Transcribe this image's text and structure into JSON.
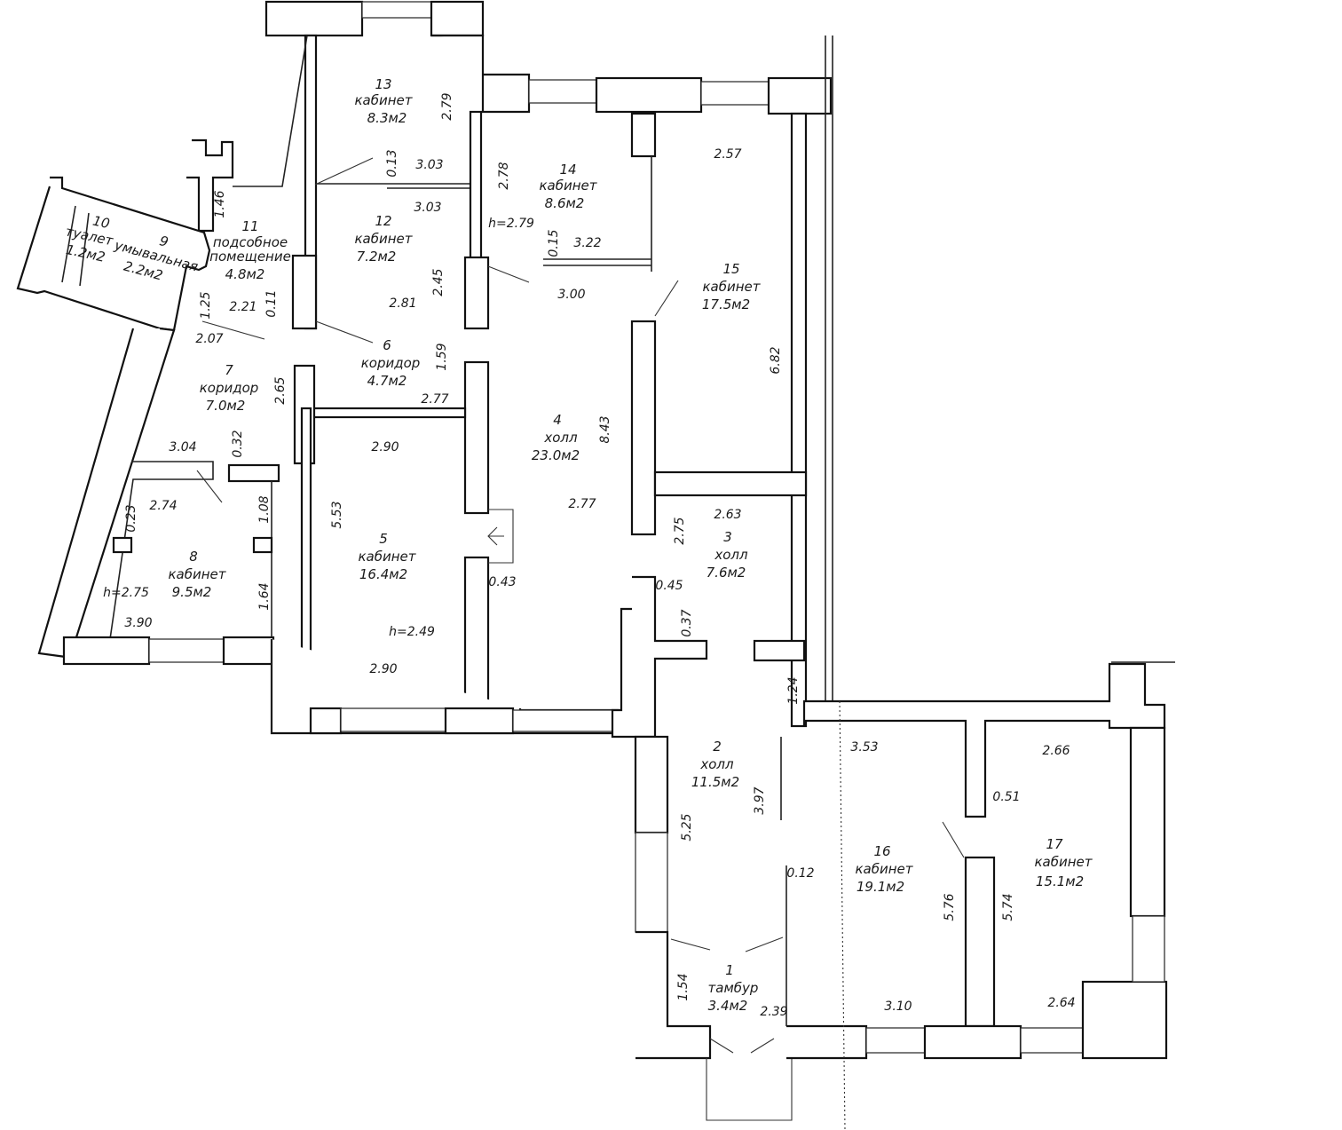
{
  "plan": {
    "rooms": [
      {
        "id": "r1",
        "number": "1",
        "name": "тамбур",
        "area": "3.4м2"
      },
      {
        "id": "r2",
        "number": "2",
        "name": "холл",
        "area": "11.5м2"
      },
      {
        "id": "r3",
        "number": "3",
        "name": "холл",
        "area": "7.6м2"
      },
      {
        "id": "r4",
        "number": "4",
        "name": "холл",
        "area": "23.0м2"
      },
      {
        "id": "r5",
        "number": "5",
        "name": "кабинет",
        "area": "16.4м2"
      },
      {
        "id": "r6",
        "number": "6",
        "name": "коридор",
        "area": "4.7м2"
      },
      {
        "id": "r7",
        "number": "7",
        "name": "коридор",
        "area": "7.0м2"
      },
      {
        "id": "r8",
        "number": "8",
        "name": "кабинет",
        "area": "9.5м2"
      },
      {
        "id": "r9",
        "number": "9",
        "name": "умывальная",
        "area": "2.2м2"
      },
      {
        "id": "r10",
        "number": "10",
        "name": "туалет",
        "area": "1.2м2"
      },
      {
        "id": "r11",
        "number": "11",
        "name": "подсобное",
        "name2": "помещение",
        "area": "4.8м2"
      },
      {
        "id": "r12",
        "number": "12",
        "name": "кабинет",
        "area": "7.2м2"
      },
      {
        "id": "r13",
        "number": "13",
        "name": "кабинет",
        "area": "8.3м2"
      },
      {
        "id": "r14",
        "number": "14",
        "name": "кабинет",
        "area": "8.6м2"
      },
      {
        "id": "r15",
        "number": "15",
        "name": "кабинет",
        "area": "17.5м2"
      },
      {
        "id": "r16",
        "number": "16",
        "name": "кабинет",
        "area": "19.1м2"
      },
      {
        "id": "r17",
        "number": "17",
        "name": "кабинет",
        "area": "15.1м2"
      }
    ],
    "dimensions": [
      "2.79",
      "3.03",
      "0.13",
      "3.03",
      "2.78",
      "h=2.79",
      "2.57",
      "0.15",
      "3.22",
      "1.46",
      "2.45",
      "0.11",
      "2.81",
      "1.25",
      "2.21",
      "2.07",
      "3.00",
      "6.82",
      "1.59",
      "2.65",
      "2.77",
      "8.43",
      "3.04",
      "0.32",
      "2.90",
      "2.74",
      "0.23",
      "1.08",
      "5.53",
      "2.77",
      "2.75",
      "2.63",
      "0.43",
      "h=2.75",
      "1.64",
      "3.90",
      "0.45",
      "0.37",
      "h=2.49",
      "2.90",
      "1.24",
      "3.53",
      "2.66",
      "0.51",
      "5.25",
      "3.97",
      "0.12",
      "5.76",
      "5.74",
      "1.54",
      "2.39",
      "3.10",
      "2.64"
    ]
  }
}
